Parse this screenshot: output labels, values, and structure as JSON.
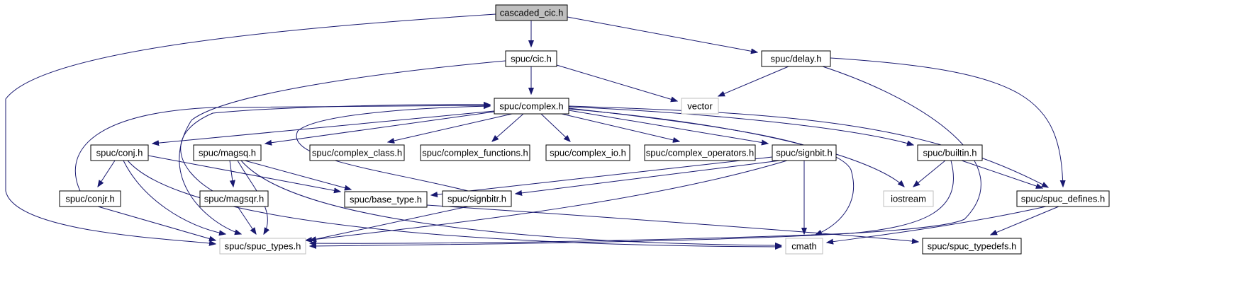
{
  "graph": {
    "title": "cascaded_cic.h",
    "edge_color": "#191970",
    "node_border_color": "#000000",
    "external_border_color": "#bfbfbf",
    "root_fill_color": "#bfbfbf",
    "nodes": [
      {
        "id": "cascaded_cic",
        "label": "cascaded_cic.h"
      },
      {
        "id": "cic",
        "label": "spuc/cic.h"
      },
      {
        "id": "delay",
        "label": "spuc/delay.h"
      },
      {
        "id": "complex",
        "label": "spuc/complex.h"
      },
      {
        "id": "vector",
        "label": "vector"
      },
      {
        "id": "conj",
        "label": "spuc/conj.h"
      },
      {
        "id": "magsq",
        "label": "spuc/magsq.h"
      },
      {
        "id": "complex_class",
        "label": "spuc/complex_class.h"
      },
      {
        "id": "complex_functions",
        "label": "spuc/complex_functions.h"
      },
      {
        "id": "complex_io",
        "label": "spuc/complex_io.h"
      },
      {
        "id": "complex_operators",
        "label": "spuc/complex_operators.h"
      },
      {
        "id": "signbit",
        "label": "spuc/signbit.h"
      },
      {
        "id": "builtin",
        "label": "spuc/builtin.h"
      },
      {
        "id": "conjr",
        "label": "spuc/conjr.h"
      },
      {
        "id": "magsqr",
        "label": "spuc/magsqr.h"
      },
      {
        "id": "base_type",
        "label": "spuc/base_type.h"
      },
      {
        "id": "signbitr",
        "label": "spuc/signbitr.h"
      },
      {
        "id": "iostream",
        "label": "iostream"
      },
      {
        "id": "spuc_defines",
        "label": "spuc/spuc_defines.h"
      },
      {
        "id": "spuc_types",
        "label": "spuc/spuc_types.h"
      },
      {
        "id": "cmath",
        "label": "cmath"
      },
      {
        "id": "spuc_typedefs",
        "label": "spuc/spuc_typedefs.h"
      }
    ],
    "edges": [
      [
        "cascaded_cic",
        "cic"
      ],
      [
        "cascaded_cic",
        "delay"
      ],
      [
        "cascaded_cic",
        "spuc_types"
      ],
      [
        "cic",
        "complex"
      ],
      [
        "cic",
        "vector"
      ],
      [
        "cic",
        "spuc_types"
      ],
      [
        "delay",
        "vector"
      ],
      [
        "delay",
        "spuc_defines"
      ],
      [
        "delay",
        "spuc_types"
      ],
      [
        "complex",
        "conj"
      ],
      [
        "complex",
        "magsq"
      ],
      [
        "complex",
        "complex_class"
      ],
      [
        "complex",
        "complex_functions"
      ],
      [
        "complex",
        "complex_io"
      ],
      [
        "complex",
        "complex_operators"
      ],
      [
        "complex",
        "signbit"
      ],
      [
        "complex",
        "builtin"
      ],
      [
        "complex",
        "spuc_defines"
      ],
      [
        "complex",
        "iostream"
      ],
      [
        "complex",
        "cmath"
      ],
      [
        "conj",
        "conjr"
      ],
      [
        "conj",
        "base_type"
      ],
      [
        "conj",
        "spuc_types"
      ],
      [
        "conj",
        "cmath"
      ],
      [
        "magsq",
        "magsqr"
      ],
      [
        "magsq",
        "base_type"
      ],
      [
        "magsq",
        "spuc_types"
      ],
      [
        "magsq",
        "cmath"
      ],
      [
        "signbit",
        "base_type"
      ],
      [
        "signbit",
        "signbitr"
      ],
      [
        "signbit",
        "spuc_types"
      ],
      [
        "signbit",
        "cmath"
      ],
      [
        "builtin",
        "iostream"
      ],
      [
        "builtin",
        "spuc_defines"
      ],
      [
        "builtin",
        "spuc_types"
      ],
      [
        "conjr",
        "complex"
      ],
      [
        "conjr",
        "spuc_types"
      ],
      [
        "magsqr",
        "complex"
      ],
      [
        "magsqr",
        "spuc_types"
      ],
      [
        "signbitr",
        "complex"
      ],
      [
        "signbitr",
        "spuc_types"
      ],
      [
        "base_type",
        "spuc_typedefs"
      ],
      [
        "spuc_defines",
        "spuc_typedefs"
      ],
      [
        "spuc_defines",
        "cmath"
      ]
    ]
  }
}
